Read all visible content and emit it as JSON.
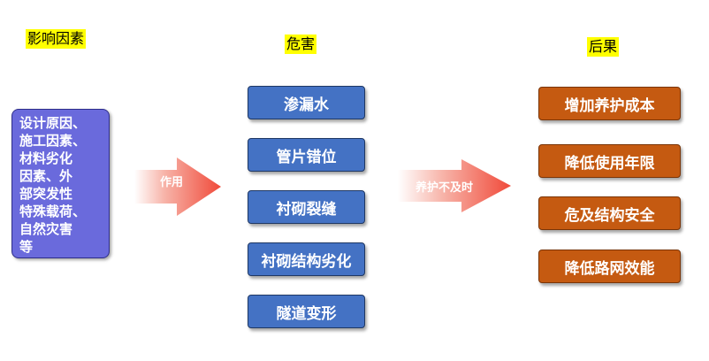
{
  "headings": {
    "factors": "影响因素",
    "hazards": "危害",
    "consequences": "后果"
  },
  "factors_box": {
    "text": "设计原因、\n施工因素、\n材料劣化\n因素、外\n部突发性\n特殊载荷、\n自然灾害\n等"
  },
  "arrows": {
    "cause_label": "作用",
    "effect_label": "养护不及时"
  },
  "hazards": [
    {
      "label": "渗漏水"
    },
    {
      "label": "管片错位"
    },
    {
      "label": "衬砌裂缝"
    },
    {
      "label": "衬砌结构劣化"
    },
    {
      "label": "隧道变形"
    }
  ],
  "consequences": [
    {
      "label": "增加养护成本"
    },
    {
      "label": "降低使用年限"
    },
    {
      "label": "危及结构安全"
    },
    {
      "label": "降低路网效能"
    }
  ],
  "colors": {
    "factor_box": "#6a6adc",
    "hazard_box": "#4472c4",
    "consequence_box": "#c55a11",
    "heading_highlight": "#ffff00",
    "arrow_tip": "#f04a3a"
  }
}
